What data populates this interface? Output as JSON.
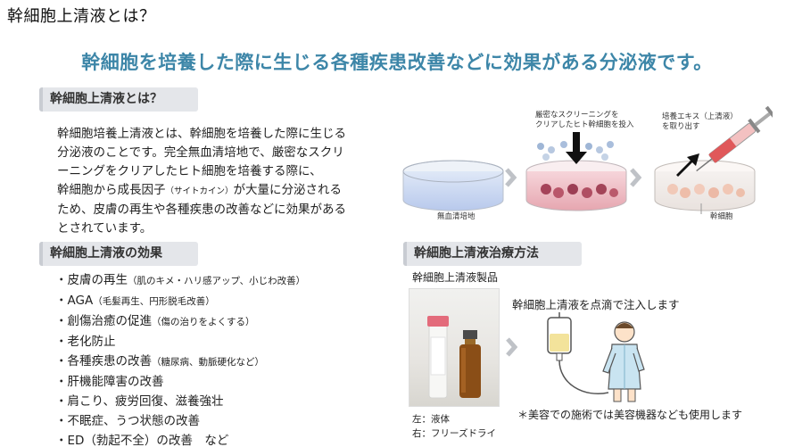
{
  "page": {
    "title": "幹細胞上清液とは？",
    "headline": "幹細胞を培養した際に生じる各種疾患改善などに効果がある分泌液です。"
  },
  "about": {
    "heading": "幹細胞上清液とは？",
    "line1": "幹細胞培養上清液とは、幹細胞を培養した際に生じる",
    "line2": "分泌液のことです。完全無血清培地で、厳密なスクリ",
    "line3": "ーニングをクリアしたヒト細胞を培養する際に、",
    "line4a": "幹細胞から成長因子",
    "line4b": "（サイトカイン）",
    "line4c": "が大量に分泌される",
    "line5": "ため、皮膚の再生や各種疾患の改善などに効果がある",
    "line6": "とされています。"
  },
  "effects": {
    "heading": "幹細胞上清液の効果",
    "items": [
      {
        "main": "・皮膚の再生",
        "sub": "（肌のキメ・ハリ感アップ、小じわ改善）"
      },
      {
        "main": "・AGA",
        "sub": "（毛髪再生、円形脱毛改善）"
      },
      {
        "main": "・創傷治癒の促進",
        "sub": "（傷の治りをよくする）"
      },
      {
        "main": "・老化防止",
        "sub": ""
      },
      {
        "main": "・各種疾患の改善",
        "sub": "（糖尿病、動脈硬化など）"
      },
      {
        "main": "・肝機能障害の改善",
        "sub": ""
      },
      {
        "main": "・肩こり、疲労回復、滋養強壮",
        "sub": ""
      },
      {
        "main": "・不眠症、うつ状態の改善",
        "sub": ""
      },
      {
        "main": "・ED（勃起不全）の改善　など",
        "sub": ""
      }
    ]
  },
  "process": {
    "label_medium": "無血清培地",
    "label_screening_1": "厳密なスクリーニングを",
    "label_screening_2": "クリアしたヒト幹細胞を投入",
    "label_extract_1": "培養エキス（上清液）",
    "label_extract_2": "を取り出す",
    "label_stemcell": "幹細胞"
  },
  "treatment": {
    "heading": "幹細胞上清液治療方法",
    "product_label": "幹細胞上清液製品",
    "caption_left": "左：液体",
    "caption_right": "右：フリーズドライ",
    "drip_text": "幹細胞上清液を点滴で注入します",
    "note": "＊美容での施術では美容機器なども使用します"
  }
}
